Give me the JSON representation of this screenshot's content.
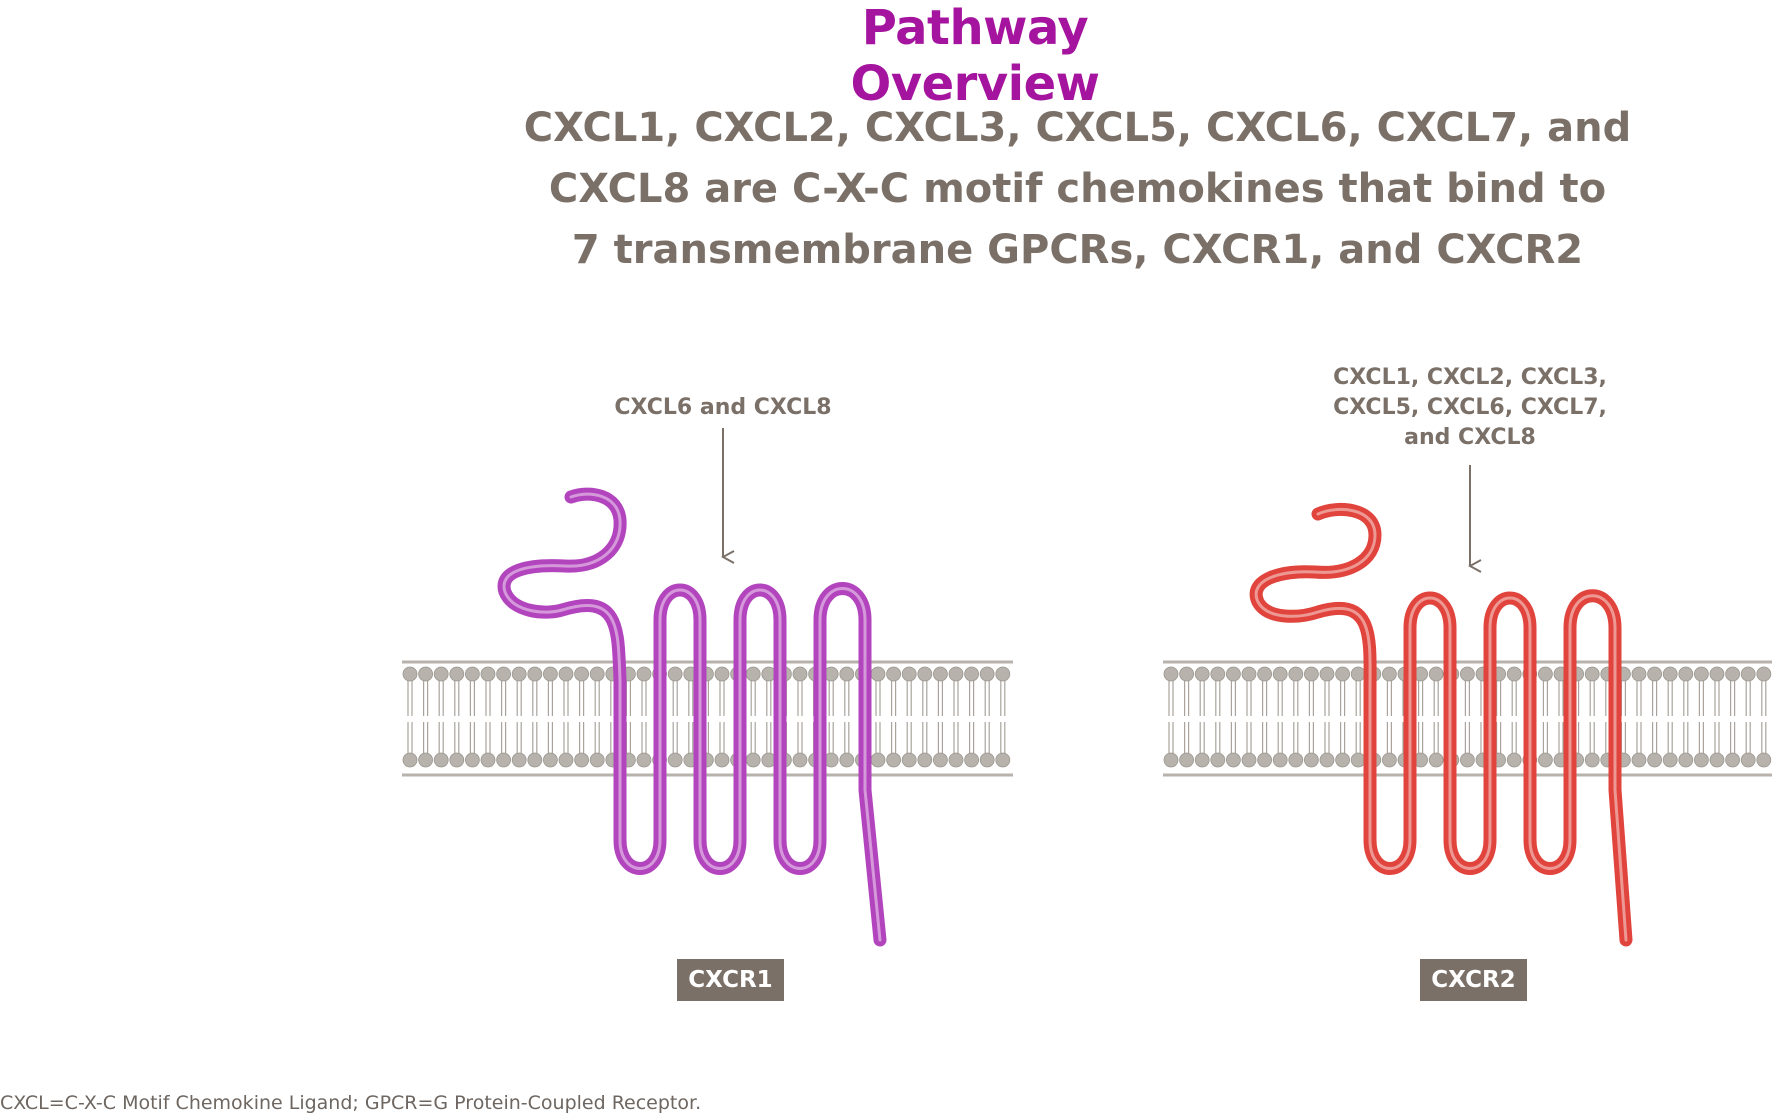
{
  "header": {
    "title": "Pathway Overview",
    "subtitle_lines": [
      "CXCL1, CXCL2, CXCL3, CXCL5, CXCL6, CXCL7, and",
      "CXCL8 are C-X-C motif chemokines that bind to",
      "7 transmembrane GPCRs, CXCR1, and CXCR2"
    ]
  },
  "receptors": [
    {
      "label": "CXCR1",
      "ligand_lines": [
        "CXCL6 and CXCL8"
      ],
      "color": "#b245bd"
    },
    {
      "label": "CXCR2",
      "ligand_lines": [
        "CXCL1, CXCL2, CXCL3,",
        "CXCL5, CXCL6, CXCL7,",
        "and CXCL8"
      ],
      "color": "#e0443c"
    }
  ],
  "membrane_color": "#b7b2ab",
  "footnote": "CXCL=C-X-C Motif Chemokine Ligand; GPCR=G Protein-Coupled Receptor."
}
